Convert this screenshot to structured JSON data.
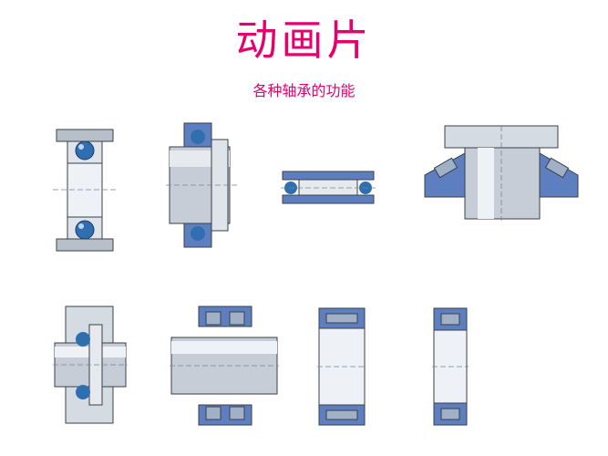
{
  "page": {
    "title": "动画片",
    "subtitle": "各种轴承的功能"
  },
  "colors": {
    "title": "#e5006e",
    "steel_light": "#eef1f5",
    "steel_mid": "#b7bfc9",
    "steel_dark": "#7a8592",
    "bearing_blue": "#5d7fbf",
    "ball": "#2f6fb0",
    "outline": "#3a4048"
  },
  "figures": [
    {
      "id": "deep-groove-ball-bearing",
      "icon": "deep-groove-ball-bearing-icon"
    },
    {
      "id": "insert-ball-bearing-on-shaft",
      "icon": "insert-bearing-icon"
    },
    {
      "id": "thrust-ball-bearing",
      "icon": "thrust-ball-bearing-icon"
    },
    {
      "id": "spherical-roller-thrust-bearing",
      "icon": "spherical-roller-thrust-icon"
    },
    {
      "id": "housed-ball-bearing-unit",
      "icon": "housed-unit-icon"
    },
    {
      "id": "spherical-roller-bearing-on-shaft",
      "icon": "spherical-roller-bearing-icon"
    },
    {
      "id": "double-row-cylindrical-roller-bearing",
      "icon": "cylindrical-roller-bearing-icon"
    },
    {
      "id": "single-row-cylindrical-roller-bearing",
      "icon": "needle-roller-bearing-icon"
    }
  ]
}
